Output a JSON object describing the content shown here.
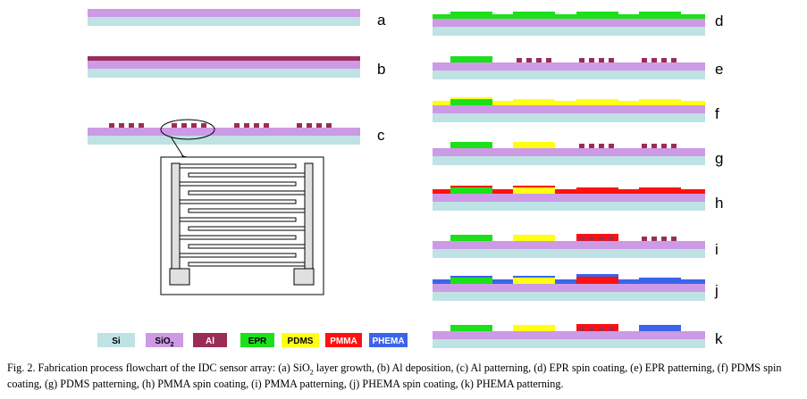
{
  "colors": {
    "si": "#bfe2e4",
    "sio2": "#cd9ae6",
    "al": "#9a2d57",
    "epr": "#1be01b",
    "pdms": "#ffff14",
    "pmma": "#ff1111",
    "phema": "#3a64ea"
  },
  "steps": [
    {
      "label": "a"
    },
    {
      "label": "b"
    },
    {
      "label": "c"
    },
    {
      "label": "d"
    },
    {
      "label": "e"
    },
    {
      "label": "f"
    },
    {
      "label": "g"
    },
    {
      "label": "h"
    },
    {
      "label": "i"
    },
    {
      "label": "j"
    },
    {
      "label": "k"
    }
  ],
  "legend": [
    {
      "text": "Si",
      "color_key": "si",
      "text_color": "#000000"
    },
    {
      "text": "SiO",
      "sub": "2",
      "color_key": "sio2",
      "text_color": "#000000"
    },
    {
      "text": "Al",
      "color_key": "al",
      "text_color": "#ffffff"
    },
    {
      "text": "EPR",
      "color_key": "epr",
      "text_color": "#000000"
    },
    {
      "text": "PDMS",
      "color_key": "pdms",
      "text_color": "#000000"
    },
    {
      "text": "PMMA",
      "color_key": "pmma",
      "text_color": "#ffffff"
    },
    {
      "text": "PHEMA",
      "color_key": "phema",
      "text_color": "#ffffff"
    }
  ],
  "caption": {
    "prefix": "Fig. 2.  Fabrication process flowchart of the IDC sensor array: (a) SiO",
    "sub": "2",
    "suffix": " layer growth, (b) Al deposition, (c) Al patterning, (d) EPR spin coating, (e) EPR patterning, (f) PDMS spin coating, (g) PDMS patterning, (h) PMMA spin coating, (i) PMMA patterning, (j) PHEMA spin coating, (k) PHEMA patterning."
  }
}
